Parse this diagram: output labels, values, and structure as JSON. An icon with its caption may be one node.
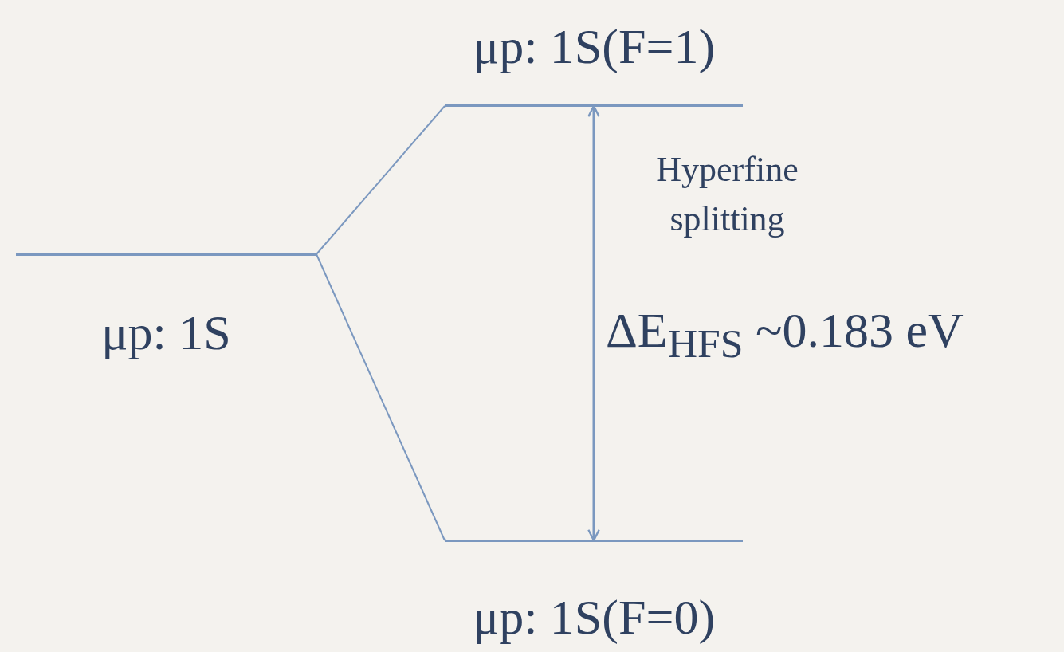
{
  "diagram": {
    "nodes": [
      {
        "text": [
          "μp: 1S"
        ]
      },
      {
        "text": [
          "μp: 1S(F=1)"
        ]
      },
      {
        "text": [
          "μp: 1S(F=0)"
        ]
      }
    ],
    "edges": [
      {
        "from": 0,
        "to": 1,
        "arrow": "none"
      },
      {
        "from": 0,
        "to": 2,
        "arrow": "none"
      },
      {
        "from": 1,
        "to": 2,
        "arrow": "both"
      }
    ],
    "labels": [
      "Hyperfine splitting",
      "ΔE$_{HFS}$ ~0.183 eV"
    ]
  }
}
